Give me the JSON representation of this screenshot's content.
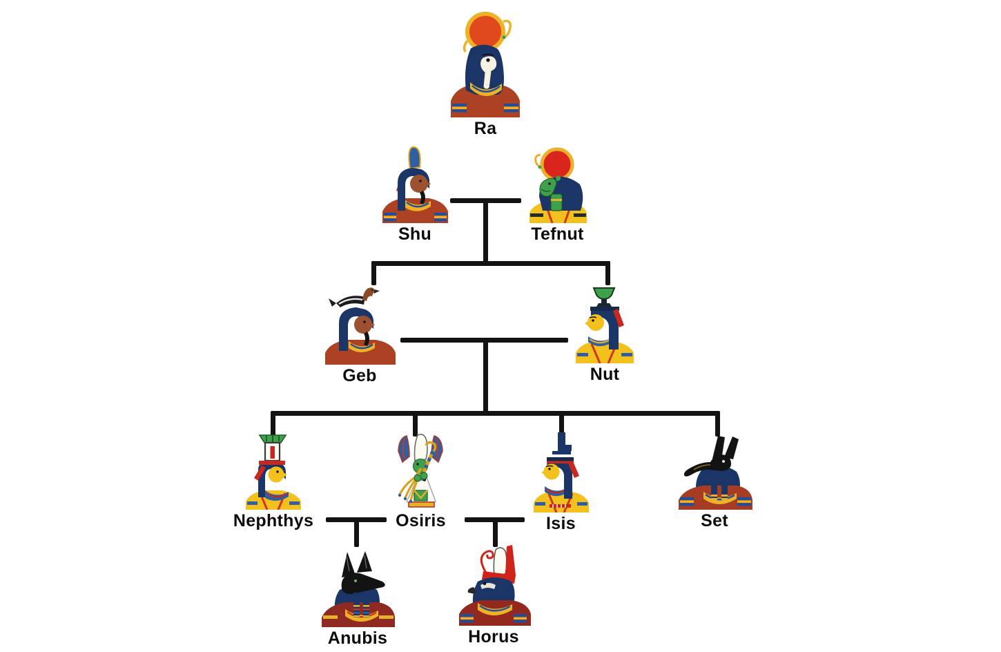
{
  "diagram": {
    "type": "family-tree",
    "subject": "Ancient Egyptian deity family tree",
    "background_color": "#ffffff",
    "connector_color": "#131313",
    "label_color": "#0c0c0c",
    "palette": {
      "wig_blue": "#1b3566",
      "gold": "#eeb227",
      "terracotta_body": "#ac4124",
      "dark_red_body": "#8e2a21",
      "yellow_skin": "#f2c11d",
      "green": "#3fa04b",
      "sun_disk_orange": "#e0481d",
      "sun_disk_red": "#da251c",
      "ribbon_red": "#c8281e",
      "accent_blue": "#2e5fa3"
    },
    "nodes": [
      {
        "id": "ra",
        "label": "Ra",
        "icon": "falcon-head-sun-disk-deity-icon"
      },
      {
        "id": "shu",
        "label": "Shu",
        "icon": "feather-headdress-deity-icon"
      },
      {
        "id": "tefnut",
        "label": "Tefnut",
        "icon": "lioness-head-sun-disk-deity-icon"
      },
      {
        "id": "geb",
        "label": "Geb",
        "icon": "goose-headdress-deity-icon"
      },
      {
        "id": "nut",
        "label": "Nut",
        "icon": "water-pot-headdress-deity-icon"
      },
      {
        "id": "nephthys",
        "label": "Nephthys",
        "icon": "house-basket-headdress-deity-icon"
      },
      {
        "id": "osiris",
        "label": "Osiris",
        "icon": "atef-crown-crook-flail-deity-icon"
      },
      {
        "id": "isis",
        "label": "Isis",
        "icon": "throne-headdress-deity-icon"
      },
      {
        "id": "set",
        "label": "Set",
        "icon": "set-animal-head-deity-icon"
      },
      {
        "id": "anubis",
        "label": "Anubis",
        "icon": "jackal-head-deity-icon"
      },
      {
        "id": "horus",
        "label": "Horus",
        "icon": "falcon-head-double-crown-deity-icon"
      }
    ],
    "relationships": {
      "root": "Ra",
      "couples": [
        {
          "partners": [
            "Shu",
            "Tefnut"
          ],
          "children": [
            "Geb",
            "Nut"
          ]
        },
        {
          "partners": [
            "Geb",
            "Nut"
          ],
          "children": [
            "Nephthys",
            "Osiris",
            "Isis",
            "Set"
          ]
        },
        {
          "partners": [
            "Nephthys",
            "Osiris"
          ],
          "children": [
            "Anubis"
          ]
        },
        {
          "partners": [
            "Osiris",
            "Isis"
          ],
          "children": [
            "Horus"
          ]
        }
      ]
    }
  }
}
